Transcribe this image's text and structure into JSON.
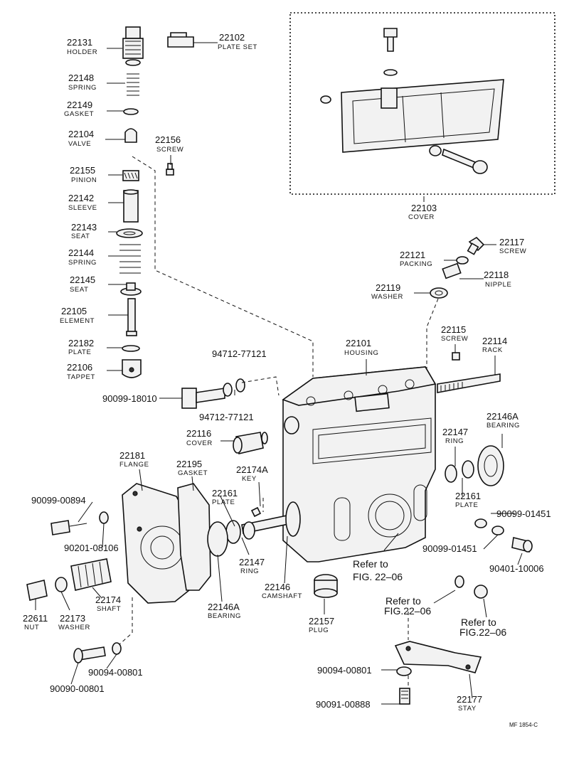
{
  "parts": {
    "p22131": {
      "number": "22131",
      "name": "HOLDER"
    },
    "p22102": {
      "number": "22102",
      "name": "PLATE SET"
    },
    "p22148": {
      "number": "22148",
      "name": "SPRING"
    },
    "p22149": {
      "number": "22149",
      "name": "GASKET"
    },
    "p22104": {
      "number": "22104",
      "name": "VALVE"
    },
    "p22156": {
      "number": "22156",
      "name": "SCREW"
    },
    "p22155": {
      "number": "22155",
      "name": "PINION"
    },
    "p22142": {
      "number": "22142",
      "name": "SLEEVE"
    },
    "p22143": {
      "number": "22143",
      "name": "SEAT"
    },
    "p22144": {
      "number": "22144",
      "name": "SPRING"
    },
    "p22145": {
      "number": "22145",
      "name": "SEAT"
    },
    "p22105": {
      "number": "22105",
      "name": "ELEMENT"
    },
    "p22182": {
      "number": "22182",
      "name": "PLATE"
    },
    "p22106": {
      "number": "22106",
      "name": "TAPPET"
    },
    "p22103": {
      "number": "22103",
      "name": "COVER"
    },
    "p22117": {
      "number": "22117",
      "name": "SCREW"
    },
    "p22121": {
      "number": "22121",
      "name": "PACKING"
    },
    "p22118": {
      "number": "22118",
      "name": "NIPPLE"
    },
    "p22119": {
      "number": "22119",
      "name": "WASHER"
    },
    "p22101": {
      "number": "22101",
      "name": "HOUSING"
    },
    "p22115": {
      "number": "22115",
      "name": "SCREW"
    },
    "p22114": {
      "number": "22114",
      "name": "RACK"
    },
    "p22116": {
      "number": "22116",
      "name": "COVER"
    },
    "p22146A_r": {
      "number": "22146A",
      "name": "BEARING"
    },
    "p22147_r": {
      "number": "22147",
      "name": "RING"
    },
    "p22161_r": {
      "number": "22161",
      "name": "PLATE"
    },
    "p22181": {
      "number": "22181",
      "name": "FLANGE"
    },
    "p22195": {
      "number": "22195",
      "name": "GASKET"
    },
    "p22174A": {
      "number": "22174A",
      "name": "KEY"
    },
    "p22161_l": {
      "number": "22161",
      "name": "PLATE"
    },
    "p22147_l": {
      "number": "22147",
      "name": "RING"
    },
    "p22146": {
      "number": "22146",
      "name": "CAMSHAFT"
    },
    "p22146A_l": {
      "number": "22146A",
      "name": "BEARING"
    },
    "p22174": {
      "number": "22174",
      "name": "SHAFT"
    },
    "p22173": {
      "number": "22173",
      "name": "WASHER"
    },
    "p22611": {
      "number": "22611",
      "name": "NUT"
    },
    "p22157": {
      "number": "22157",
      "name": "PLUG"
    },
    "p22177": {
      "number": "22177",
      "name": "STAY"
    }
  },
  "standard_parts": {
    "s94712a": "94712-77121",
    "s94712b": "94712-77121",
    "s90099_18010": "90099-18010",
    "s90099_00894": "90099-00894",
    "s90201_08106": "90201-08106",
    "s90094_00801": "90094-00801",
    "s90090_00801": "90090-00801",
    "s90099_01451a": "90099-01451",
    "s90099_01451b": "90099-01451",
    "s90401_10006": "90401-10006",
    "s90094_00801b": "90094-00801",
    "s90091_00888": "90091-00888"
  },
  "refs": {
    "ref1_line1": "Refer to",
    "ref1_line2": "FIG. 22–06",
    "ref2_line1": "Refer to",
    "ref2_line2": "FIG.22–06",
    "ref3_line1": "Refer to",
    "ref3_line2": "FIG.22–06"
  },
  "footer": {
    "code": "MF 1854-C"
  }
}
